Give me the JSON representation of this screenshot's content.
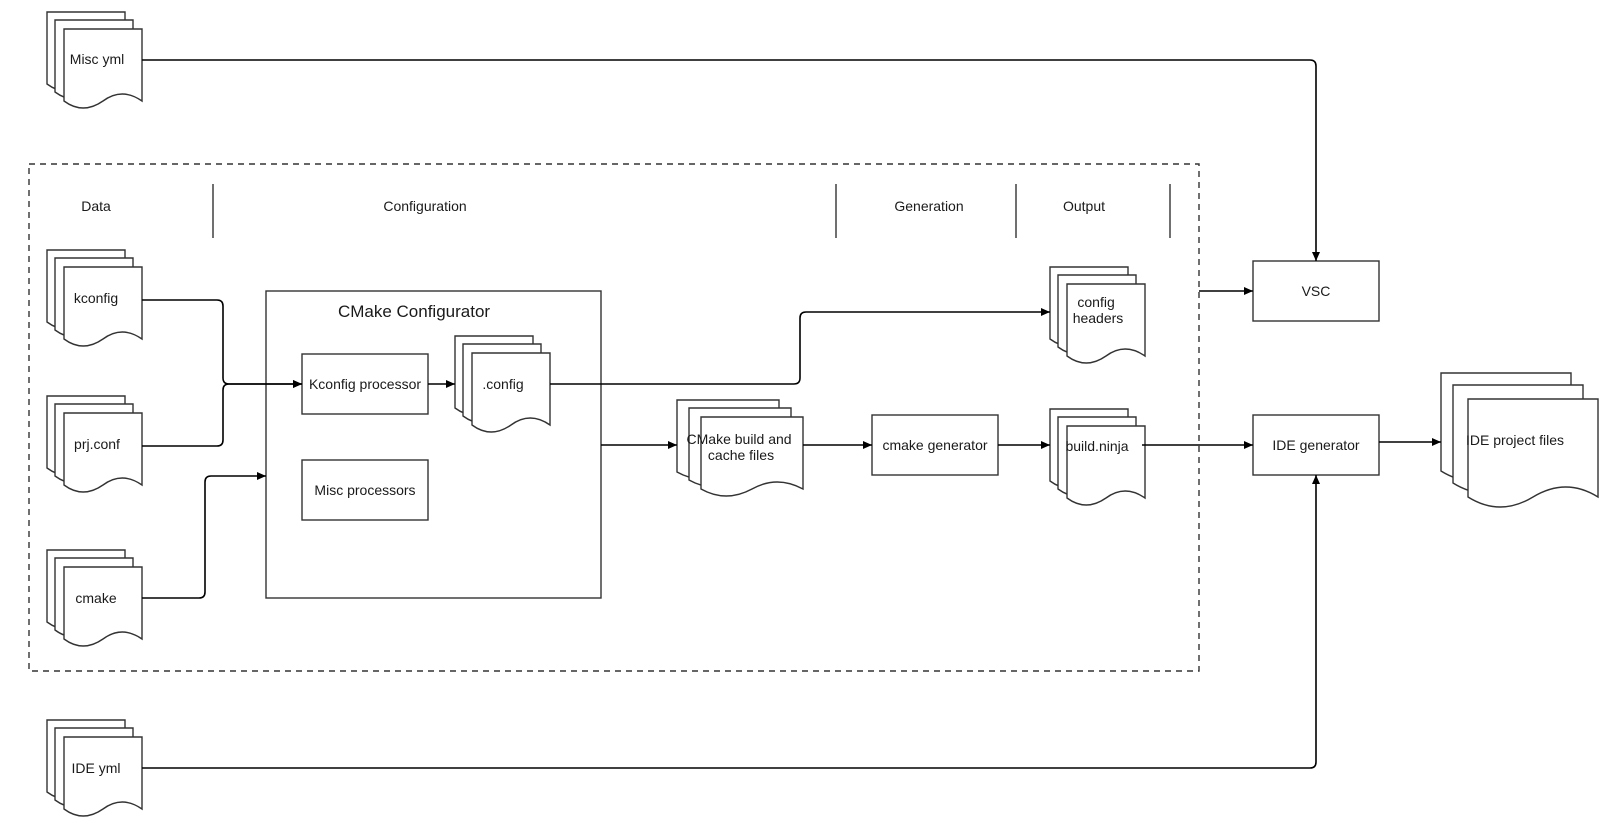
{
  "columns": {
    "data": "Data",
    "configuration": "Configuration",
    "generation": "Generation",
    "output": "Output"
  },
  "group": {
    "cmake_configurator": "CMake Configurator"
  },
  "documents": {
    "misc_yml": "Misc yml",
    "kconfig": "kconfig",
    "prj_conf": "prj.conf",
    "cmake": "cmake",
    "ide_yml": "IDE yml",
    "dot_config": ".config",
    "cmake_build_cache": [
      "CMake build and",
      "cache files"
    ],
    "config_headers": [
      "config",
      "headers"
    ],
    "build_ninja": "build.ninja",
    "ide_project_files": "IDE project files"
  },
  "processes": {
    "kconfig_processor": "Kconfig processor",
    "misc_processors": "Misc processors",
    "cmake_generator": "cmake generator",
    "vsc": "VSC",
    "ide_generator": "IDE generator"
  },
  "colors": {
    "stroke": "#333333",
    "edge": "#000000",
    "fill": "#ffffff"
  }
}
